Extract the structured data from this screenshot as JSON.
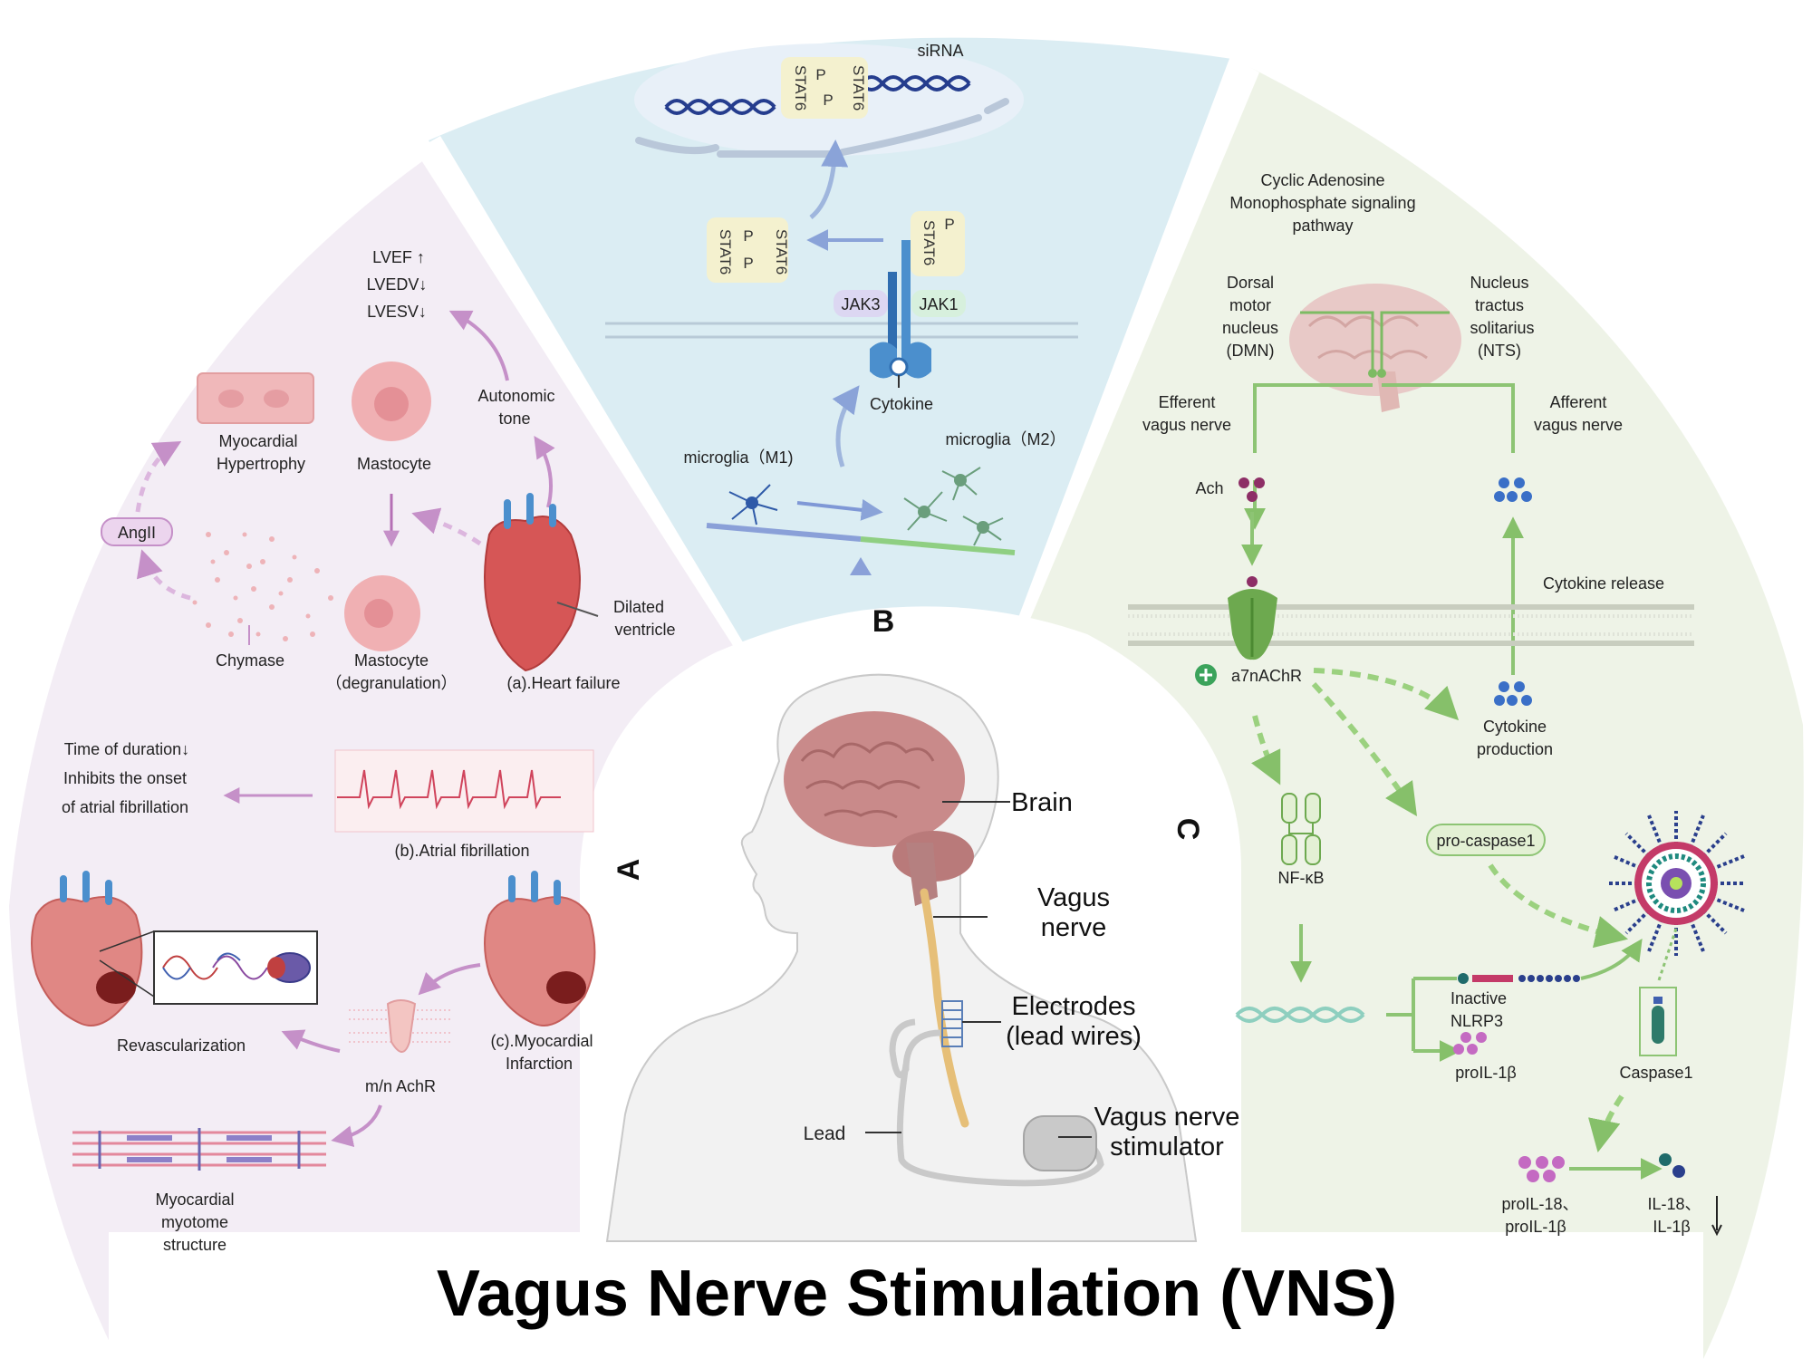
{
  "title": "Vagus Nerve Stimulation (VNS)",
  "colors": {
    "panelA": "#f4eef6",
    "panelB": "#dcedf3",
    "panelC": "#eef3e7",
    "pink": "#c77dbf",
    "green": "#7dbb63",
    "blue": "#4c7fc4",
    "brain": "#c98a8a"
  },
  "sections": {
    "a": "A",
    "b": "B",
    "c": "C"
  },
  "center": {
    "brain": "Brain",
    "vagus1": "Vagus",
    "vagus2": "nerve",
    "electrodes1": "Electrodes",
    "electrodes2": "(lead wires)",
    "lead": "Lead",
    "stim1": "Vagus nerve",
    "stim2": "stimulator"
  },
  "panelA": {
    "lvef": "LVEF ↑",
    "lvedv": "LVEDV↓",
    "lvesv": "LVESV↓",
    "autonomic1": "Autonomic",
    "autonomic2": "tone",
    "hypertrophy1": "Myocardial",
    "hypertrophy2": "Hypertrophy",
    "mastocyte": "Mastocyte",
    "angii": "AngII",
    "chymase": "Chymase",
    "degran1": "Mastocyte",
    "degran2": "（degranulation）",
    "dilated1": "Dilated",
    "dilated2": "ventricle",
    "hf": "(a).Heart failure",
    "af_effect1": "Time of duration↓",
    "af_effect2": "Inhibits the onset",
    "af_effect3": "of atrial fibrillation",
    "af": "(b).Atrial fibrillation",
    "revasc": "Revascularization",
    "mi1": "(c).Myocardial",
    "mi2": "Infarction",
    "achr": "m/n AchR",
    "myotome1": "Myocardial",
    "myotome2": "myotome",
    "myotome3": "structure"
  },
  "panelB": {
    "sirna": "siRNA",
    "stat6": "STAT6",
    "p": "P",
    "jak3": "JAK3",
    "jak1": "JAK1",
    "cytokine": "Cytokine",
    "m1": "microglia（M1)",
    "m2": "microglia（M2）"
  },
  "panelC": {
    "camp1": "Cyclic Adenosine",
    "camp2": "Monophosphate signaling",
    "camp3": "pathway",
    "dmn1": "Dorsal",
    "dmn2": "motor",
    "dmn3": "nucleus",
    "dmn4": "(DMN)",
    "nts1": "Nucleus",
    "nts2": "tractus",
    "nts3": "solitarius",
    "nts4": "(NTS)",
    "eff1": "Efferent",
    "eff2": "vagus nerve",
    "aff1": "Afferent",
    "aff2": "vagus nerve",
    "ach": "Ach",
    "release": "Cytokine release",
    "a7": "a7nAChR",
    "prod1": "Cytokine",
    "prod2": "production",
    "nfkb": "NF-κB",
    "procasp": "pro-caspase1",
    "inactive1": "Inactive",
    "inactive2": "NLRP3",
    "proil1b": "proIL-1β",
    "casp1": "Caspase1",
    "proil18a": "proIL-18、",
    "proil18b": "proIL-1β",
    "il18a": "IL-18、",
    "il18b": "IL-1β"
  }
}
